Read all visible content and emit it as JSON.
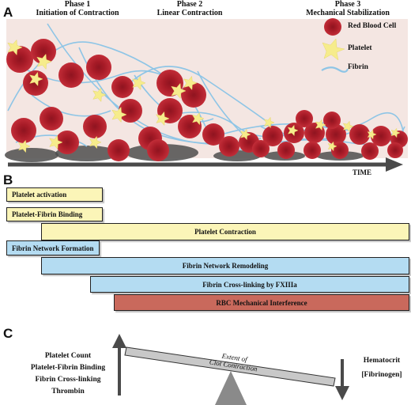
{
  "panel_a": {
    "letter": "A",
    "phases": [
      {
        "title": "Phase 1",
        "subtitle": "Initiation of Contraction"
      },
      {
        "title": "Phase 2",
        "subtitle": "Linear Contraction"
      },
      {
        "title": "Phase 3",
        "subtitle": "Mechanical Stabilization"
      }
    ],
    "legend": [
      {
        "label": "Red Blood Cell",
        "icon": "red-blood-cell-icon"
      },
      {
        "label": "Platelet",
        "icon": "platelet-icon"
      },
      {
        "label": "Fibrin",
        "icon": "fibrin-icon"
      }
    ],
    "time_label": "TIME"
  },
  "panel_b": {
    "letter": "B",
    "bars": [
      {
        "label": "Platelet activation",
        "color": "#fbf5b8"
      },
      {
        "label": "Platelet-Fibrin Binding",
        "color": "#fbf5b8"
      },
      {
        "label": "Platelet Contraction",
        "color": "#fbf5b8"
      },
      {
        "label": "Fibrin Network Formation",
        "color": "#b4dcf2"
      },
      {
        "label": "Fibrin Network Remodeling",
        "color": "#b4dcf2"
      },
      {
        "label": "Fibrin Cross-linking by FXIIIa",
        "color": "#b4dcf2"
      },
      {
        "label": "RBC Mechanical Interference",
        "color": "#c9695c"
      }
    ]
  },
  "panel_c": {
    "letter": "C",
    "left_factors": [
      "Platelet Count",
      "Platelet-Fibrin Binding",
      "Fibrin Cross-linking",
      "Thrombin"
    ],
    "right_factors": [
      "Hematocrit",
      "[Fibrinogen]"
    ],
    "beam_label": [
      "Extent of",
      "Clot Contraction"
    ]
  },
  "colors": {
    "rbc": "#b8202c",
    "rbc_center": "#9a1622",
    "platelet": "#f6ec8c",
    "fibrin": "#8ec5e6",
    "background_tissue": "#f4e6e2",
    "arrow": "#4a4a4a"
  }
}
